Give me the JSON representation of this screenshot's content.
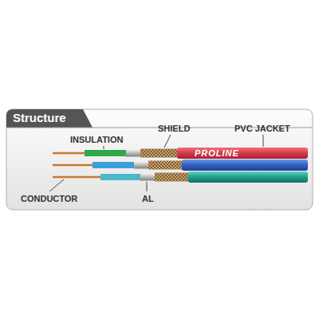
{
  "diagram": {
    "title": "Structure",
    "labels": [
      "INSULATION",
      "SHIELD",
      "PVC JACKET",
      "CONDUCTOR",
      "AL",
      "PROLINE"
    ]
  }
}
